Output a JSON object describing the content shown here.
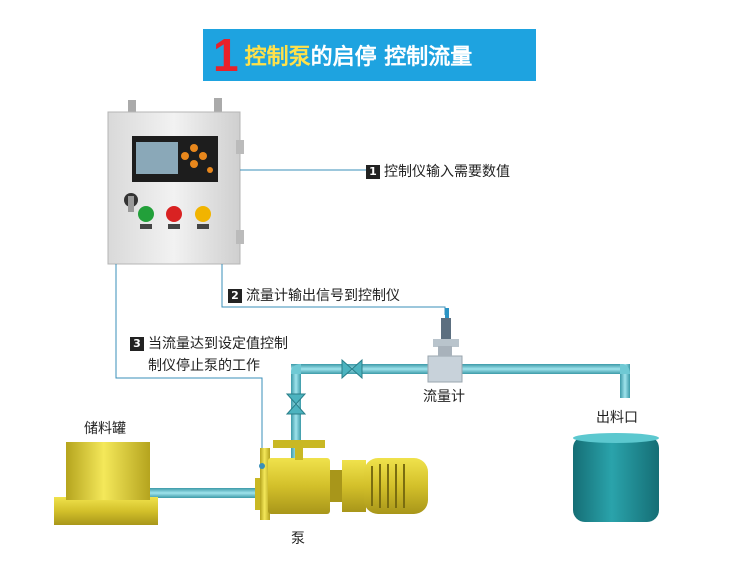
{
  "banner": {
    "number": "1",
    "title_highlight": "控制泵",
    "title_rest": "的启停 控制流量"
  },
  "annotations": {
    "step1": {
      "num": "1",
      "text": "控制仪输入需要数值"
    },
    "step2": {
      "num": "2",
      "text": "流量计输出信号到控制仪"
    },
    "step3": {
      "num": "3",
      "line1": "当流量达到设定值控制",
      "line2": "制仪停止泵的工作"
    }
  },
  "components": {
    "tank": "储料罐",
    "pump": "泵",
    "flowmeter": "流量计",
    "outlet": "出料口"
  },
  "colors": {
    "banner_bg": "#1ea3e0",
    "banner_number": "#e8212a",
    "banner_highlight": "#ffe14a",
    "pipe": "#5fbfcc",
    "tank": "#d4c23a",
    "outlet": "#1e8e96"
  }
}
